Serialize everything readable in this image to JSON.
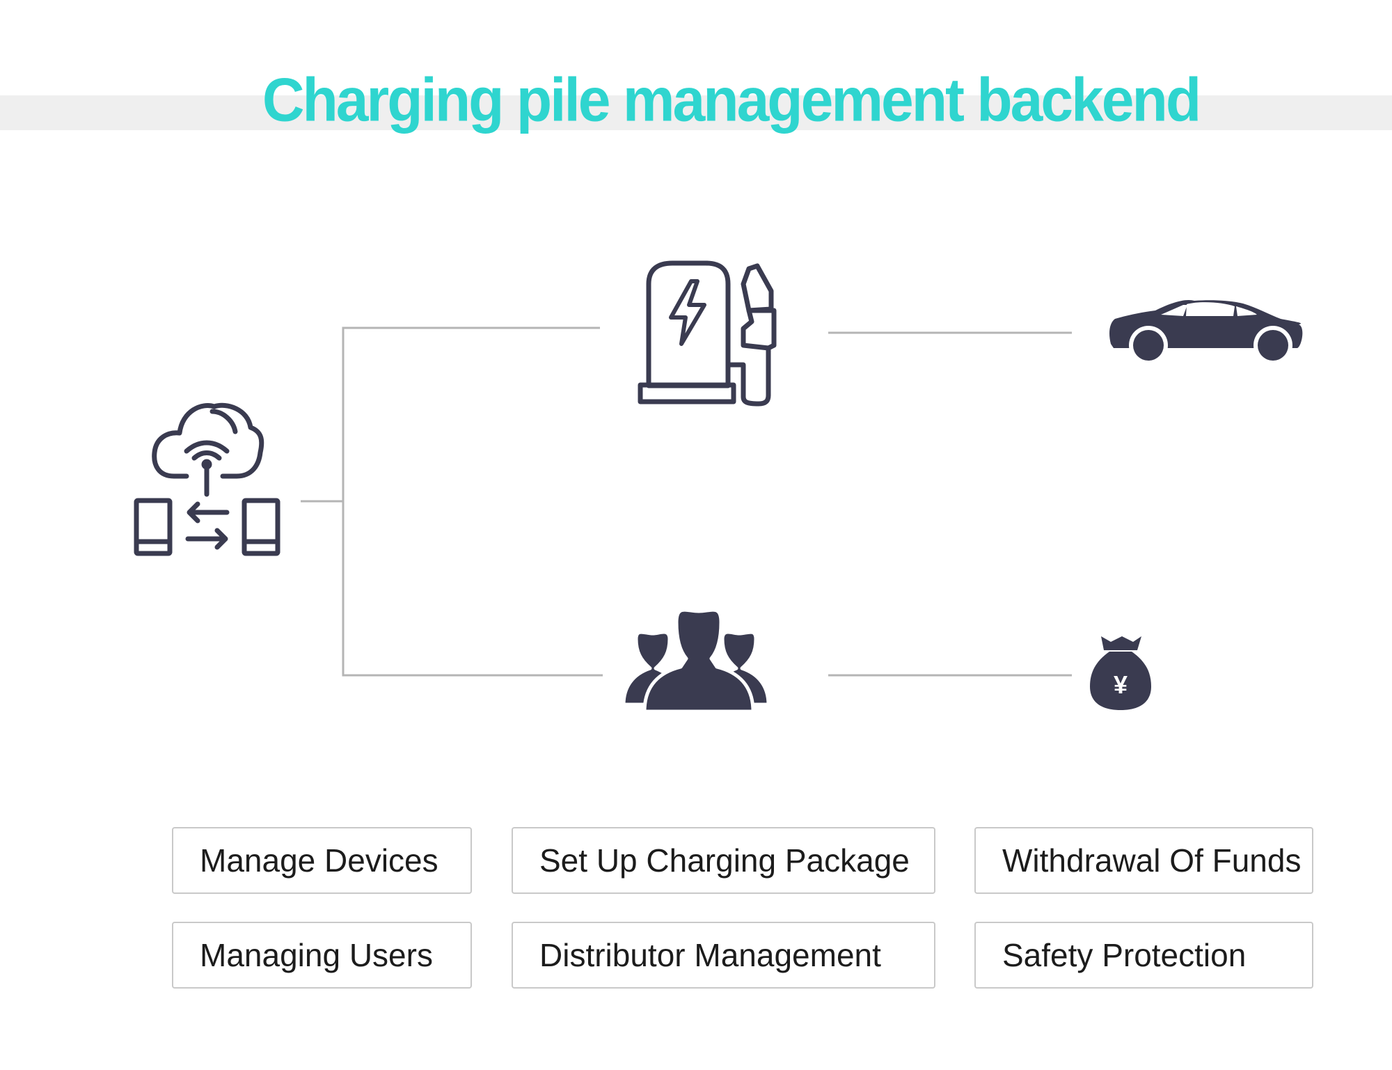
{
  "header": {
    "title": "Charging pile management backend"
  },
  "colors": {
    "title": "#2fd5cf",
    "icon": "#3a3b50",
    "connector": "#b5b5b5",
    "box_border": "#c9c9c9",
    "band": "#efefef"
  },
  "icons": {
    "cloud_server": "cloud-server-icon",
    "charging_station": "charging-station-icon",
    "car": "car-icon",
    "users": "users-icon",
    "money_bag": "money-bag-icon"
  },
  "money_bag": {
    "symbol": "¥"
  },
  "features": [
    {
      "label": "Manage Devices"
    },
    {
      "label": "Set Up Charging Package"
    },
    {
      "label": "Withdrawal Of Funds"
    },
    {
      "label": "Managing Users"
    },
    {
      "label": "Distributor Management"
    },
    {
      "label": "Safety Protection"
    }
  ]
}
